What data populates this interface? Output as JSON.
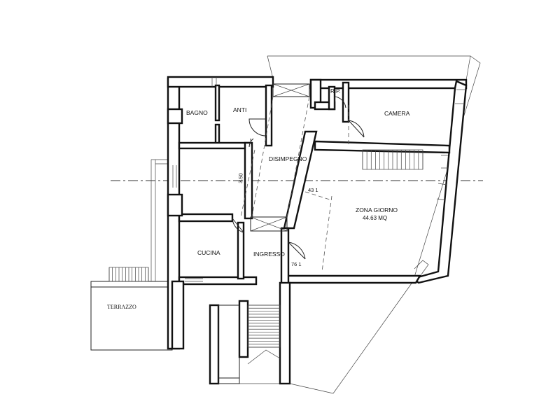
{
  "rooms": {
    "bagno": "BAGNO",
    "anti": "ANTI",
    "rip": "RIP.",
    "camera": "CAMERA",
    "disimpegno": "DISIMPEGNO",
    "zona_giorno": "ZONA GIORNO",
    "zona_giorno_area": "44.63 MQ",
    "cucina": "CUCINA",
    "ingresso": "INGRESSO",
    "terrazzo": "TERRAZZO"
  },
  "dimensions": {
    "d_350": "3.50",
    "d_431": "43 1",
    "d_761": "76 1"
  }
}
